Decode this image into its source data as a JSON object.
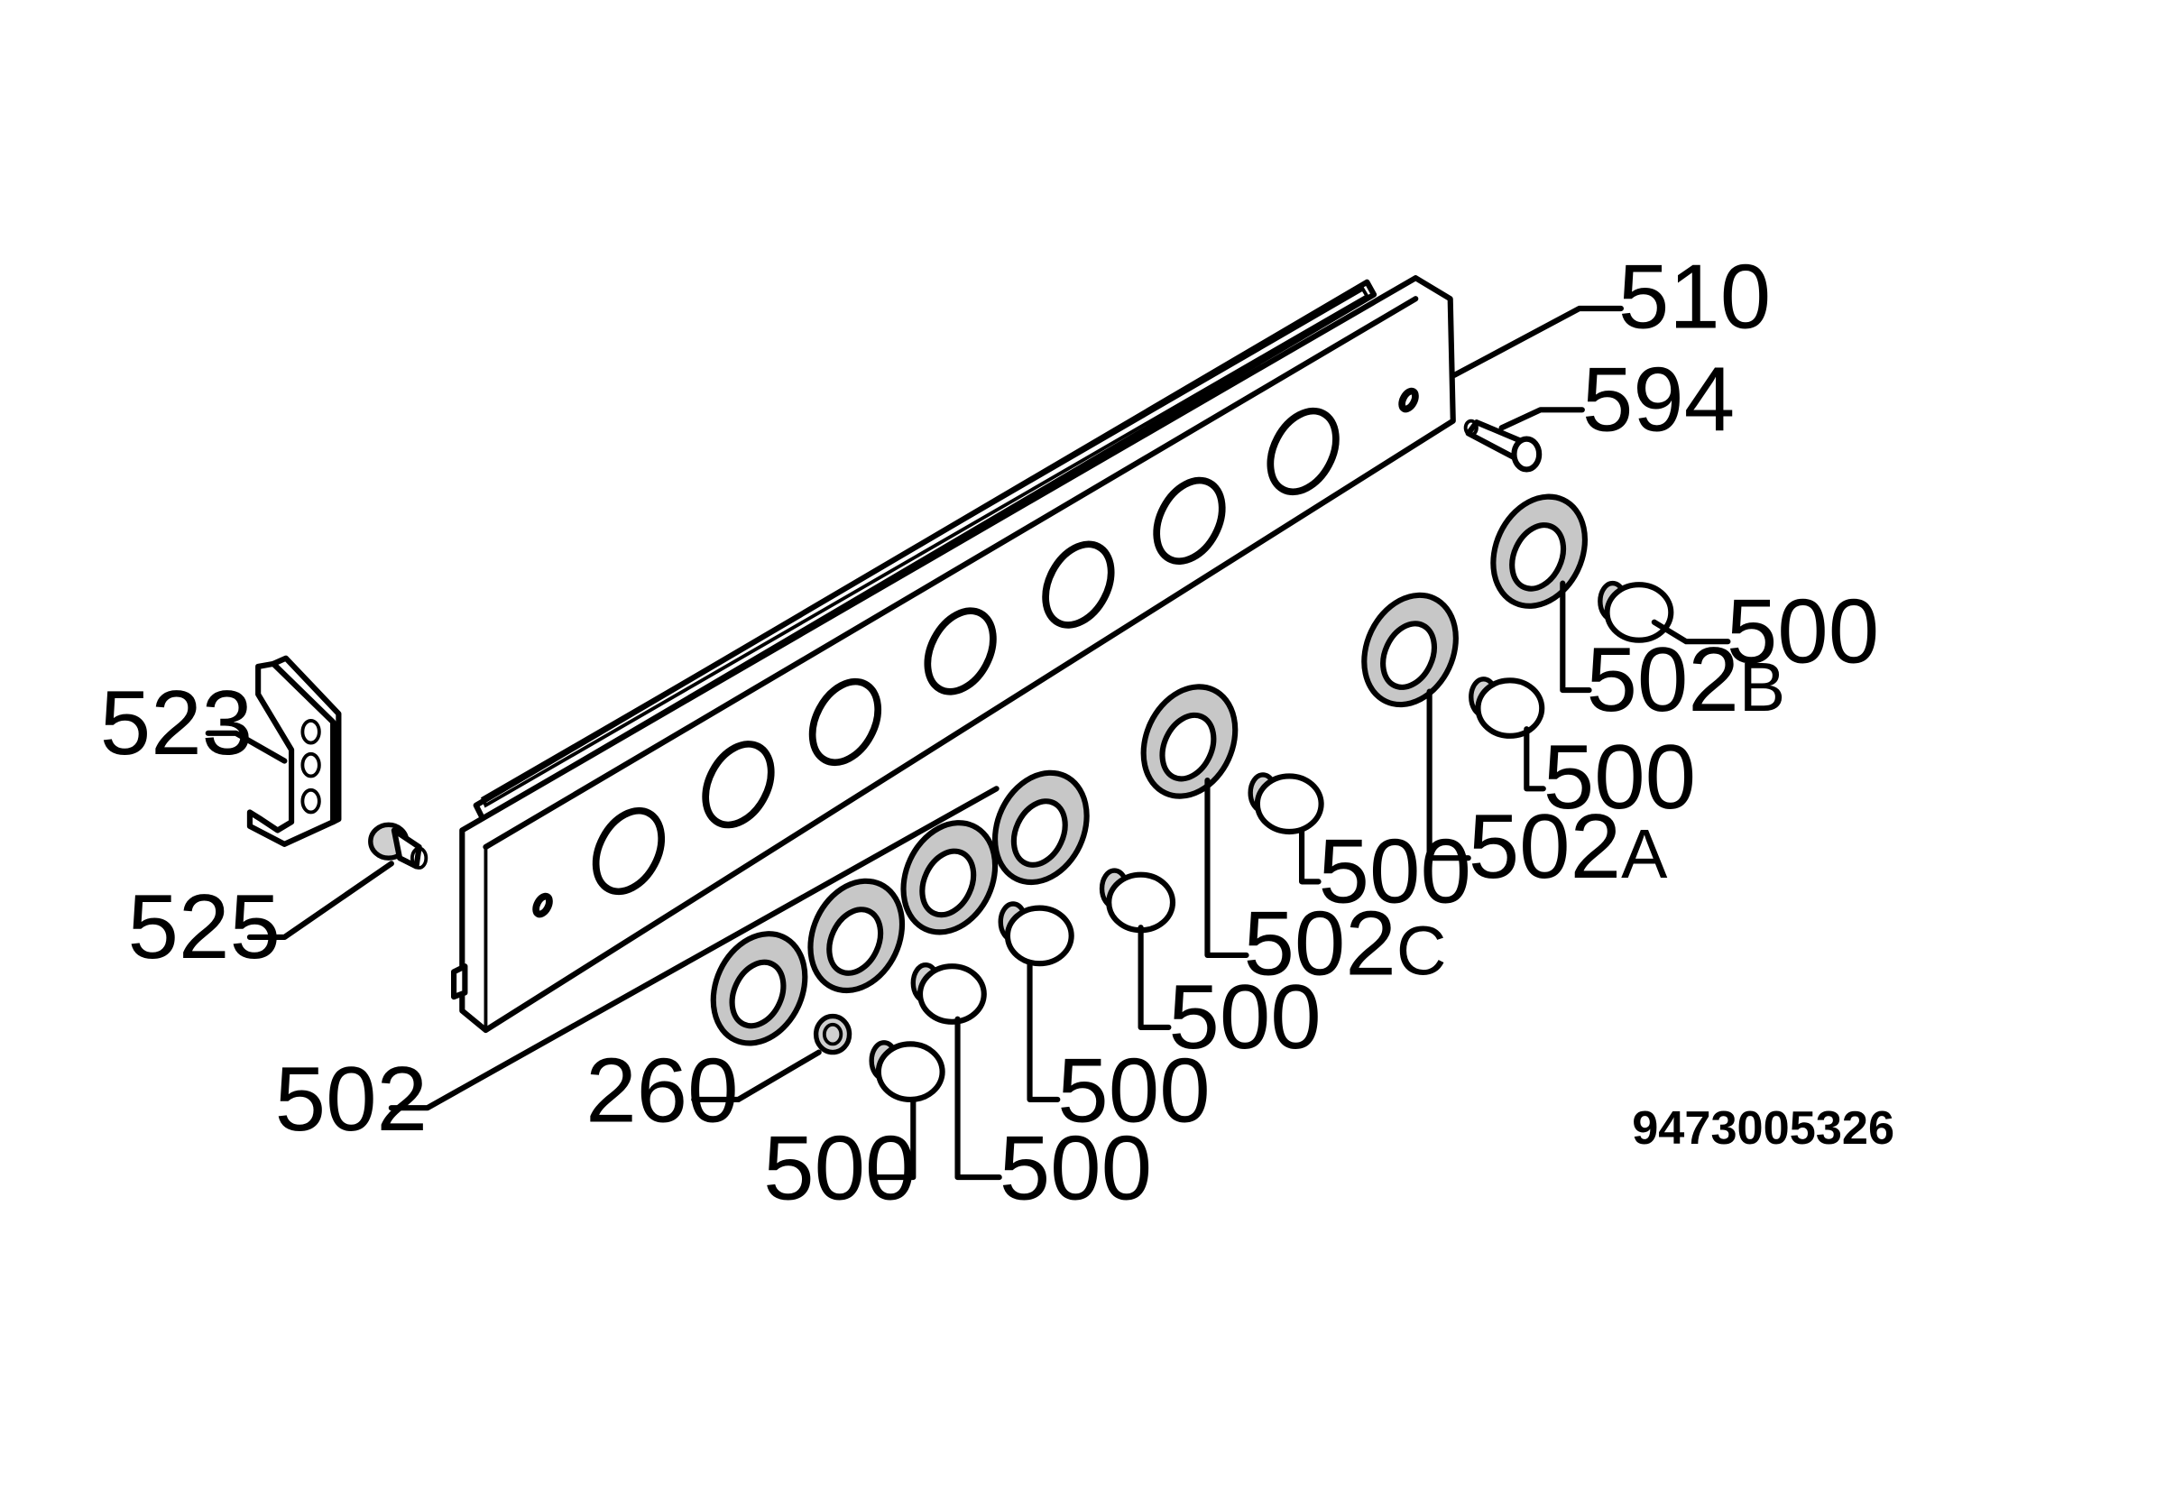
{
  "diagram": {
    "part_labels": {
      "p510": "510",
      "p594": "594",
      "p523": "523",
      "p525": "525",
      "p500_1": "500",
      "p500_2": "500",
      "p500_3": "500",
      "p500_4": "500",
      "p500_5": "500",
      "p500_6": "500",
      "p500_7": "500",
      "p502B_num": "502",
      "p502B_sfx": "B",
      "p502A_num": "502",
      "p502A_sfx": "A",
      "p502C_num": "502",
      "p502C_sfx": "C",
      "p502": "502",
      "p260": "260"
    },
    "drawing_code": "9473005326"
  }
}
